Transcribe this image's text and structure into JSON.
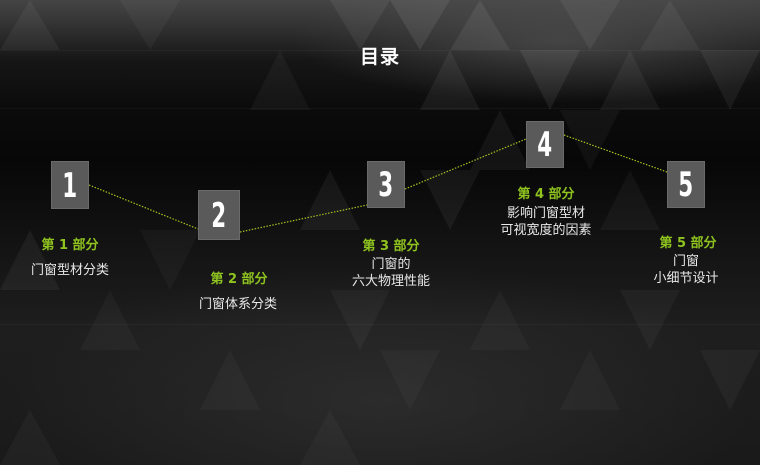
{
  "title": "目录",
  "colors": {
    "accent": "#8fc31f",
    "box_fill": "#5a5a5a",
    "text": "#e8e8e8",
    "connector": "#a8c020"
  },
  "items": [
    {
      "number": "1",
      "part": "第 1 部分",
      "desc_lines": [
        "门窗型材分类"
      ]
    },
    {
      "number": "2",
      "part": "第 2 部分",
      "desc_lines": [
        "门窗体系分类"
      ]
    },
    {
      "number": "3",
      "part": "第 3 部分",
      "desc_lines": [
        "门窗的",
        "六大物理性能"
      ]
    },
    {
      "number": "4",
      "part": "第 4 部分",
      "desc_lines": [
        "影响门窗型材",
        "可视宽度的因素"
      ]
    },
    {
      "number": "5",
      "part": "第 5 部分",
      "desc_lines": [
        "门窗",
        "小细节设计"
      ]
    }
  ]
}
